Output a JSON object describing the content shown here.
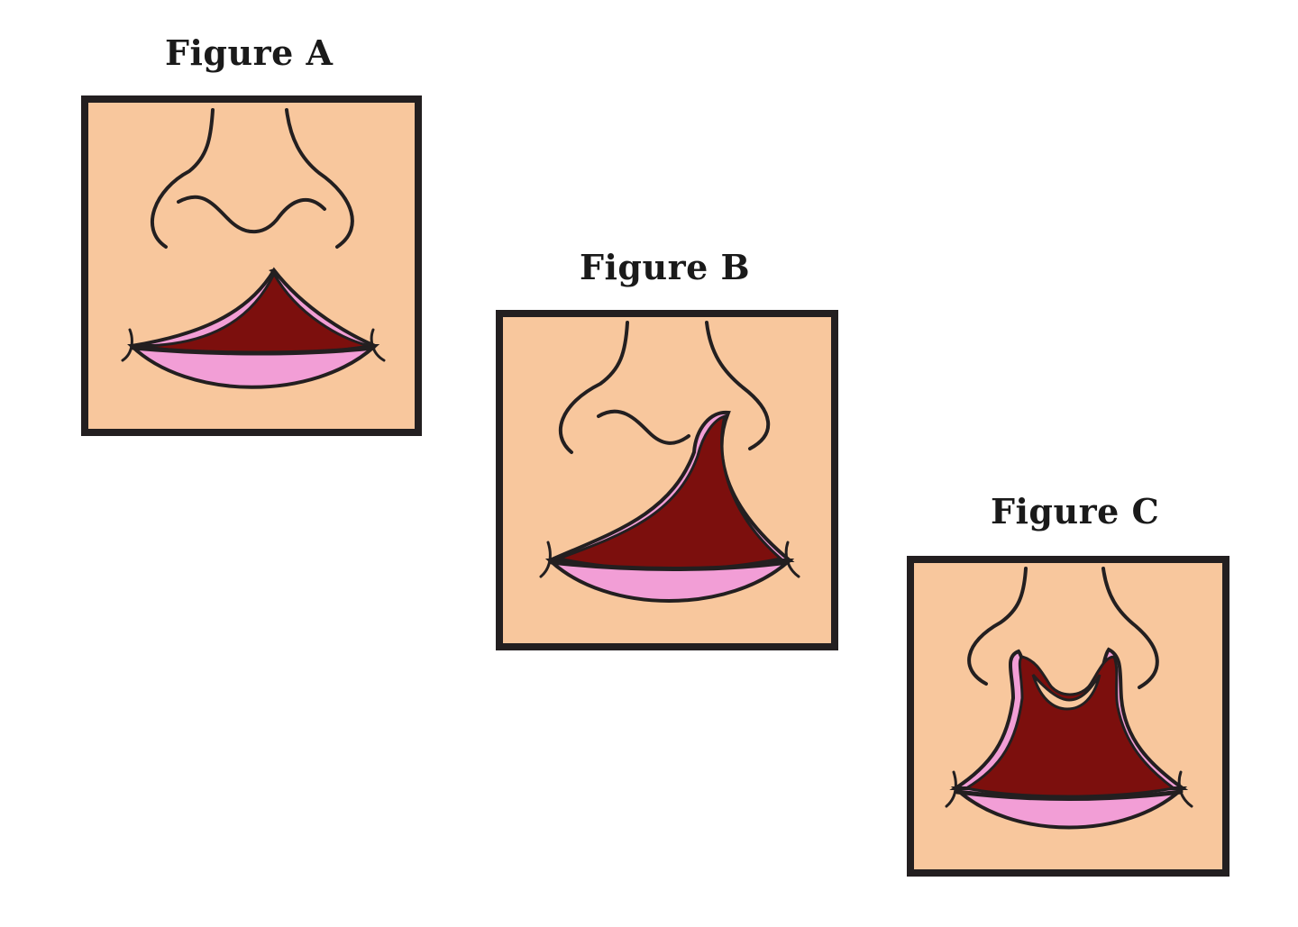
{
  "figures": [
    {
      "label": "Figure A"
    },
    {
      "label": "Figure B"
    },
    {
      "label": "Figure C"
    }
  ],
  "colors": {
    "skin": "#f8c79d",
    "frame": "#231f20",
    "lip": "#f29ed6",
    "mouth": "#7c0f0d",
    "background": "#ffffff"
  }
}
